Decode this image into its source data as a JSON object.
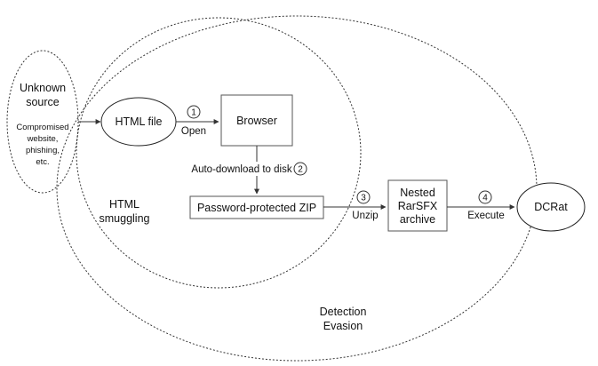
{
  "unknown_source": {
    "title_lines": [
      "Unknown",
      "source"
    ],
    "detail_lines": [
      "Compromised",
      "website,",
      "phishing,",
      "etc."
    ]
  },
  "html_file": {
    "label": "HTML file"
  },
  "browser": {
    "label": "Browser"
  },
  "zip": {
    "label": "Password-protected ZIP"
  },
  "archive": {
    "label_lines": [
      "Nested",
      "RarSFX",
      "archive"
    ]
  },
  "dcrat": {
    "label": "DCRat"
  },
  "steps": [
    {
      "number": "1",
      "label": "Open"
    },
    {
      "number": "2",
      "label": "Auto-download to disk"
    },
    {
      "number": "3",
      "label": "Unzip"
    },
    {
      "number": "4",
      "label": "Execute"
    }
  ],
  "regions": {
    "html_smuggling_lines": [
      "HTML",
      "smuggling"
    ],
    "detection_evasion_lines": [
      "Detection",
      "Evasion"
    ]
  }
}
